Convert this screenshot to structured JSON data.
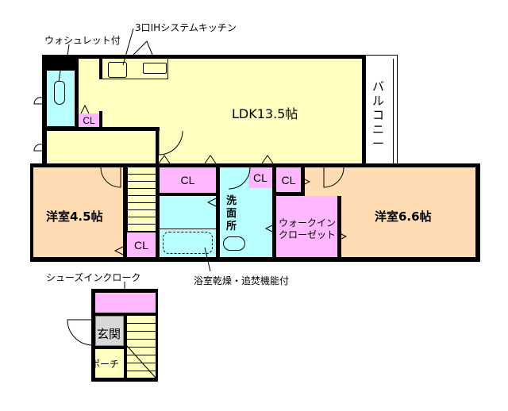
{
  "floorplan": {
    "colors": {
      "ldk": "#ffffc0",
      "western_room": "#ffdcb4",
      "wet_area": "#b8ffff",
      "closet": "#ffb8ff",
      "entrance": "#d8d8d8",
      "wall": "#000000",
      "balcony": "#ffffff"
    },
    "annotations": {
      "washlet": "ウォシュレット付",
      "kitchen": "3口IHシステムキッチン",
      "bathroom": "浴室乾燥・追焚機能付",
      "shoes_closet": "シューズインクローク"
    },
    "rooms": {
      "ldk": "LDK13.5帖",
      "balcony": "バルコニー",
      "western_room_1": "洋室4.5帖",
      "western_room_2": "洋室6.6帖",
      "washroom": "洗面所",
      "walk_in_closet_line1": "ウォークイン",
      "walk_in_closet_line2": "クローゼット",
      "entrance": "玄関",
      "porch": "ポーチ"
    },
    "closets": {
      "cl_toilet": "CL",
      "cl_hall": "CL",
      "cl_wash": "CL",
      "cl_wic": "CL",
      "cl_room1": "CL"
    }
  }
}
